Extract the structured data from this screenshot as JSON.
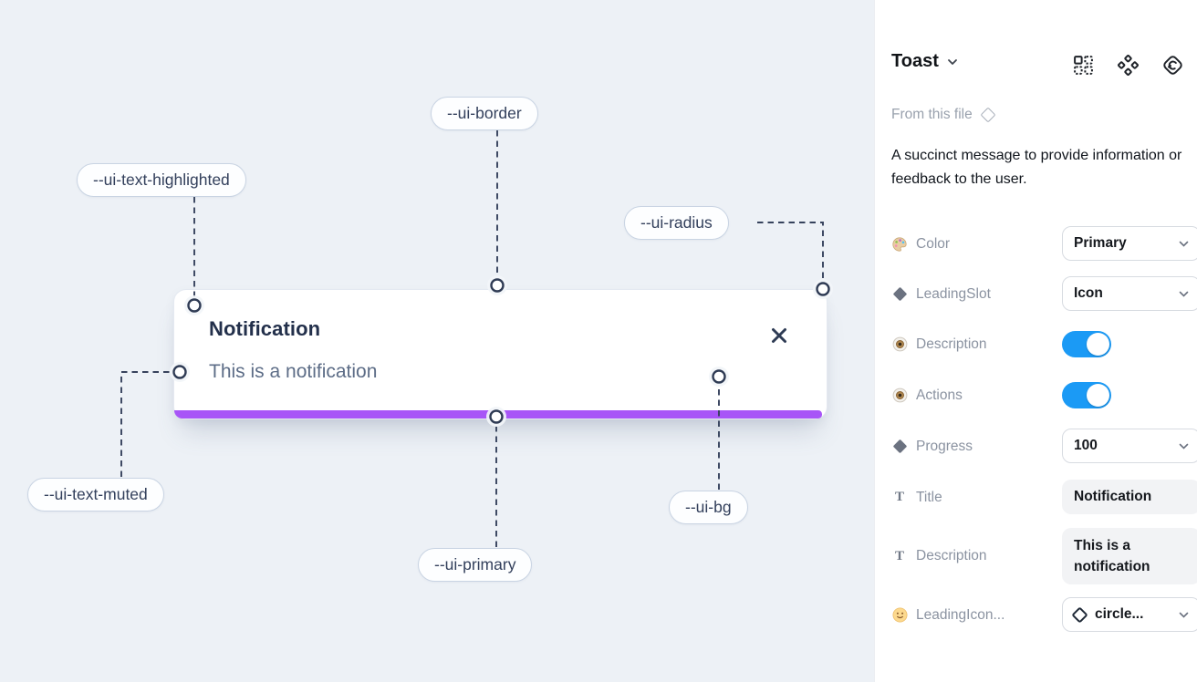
{
  "canvas": {
    "toast": {
      "title": "Notification",
      "description": "This is a notification"
    },
    "labels": {
      "border": "--ui-border",
      "text_highlighted": "--ui-text-highlighted",
      "radius": "--ui-radius",
      "text_muted": "--ui-text-muted",
      "primary": "--ui-primary",
      "bg": "--ui-bg"
    },
    "colors": {
      "primary_bar": "#a855f7",
      "canvas_bg": "#edf1f6"
    }
  },
  "panel": {
    "title": "Toast",
    "source_label": "From this file",
    "description": "A succinct message to provide information or feedback to the user.",
    "rows": [
      {
        "label": "Color",
        "control": "select",
        "value": "Primary"
      },
      {
        "label": "LeadingSlot",
        "control": "select",
        "value": "Icon"
      },
      {
        "label": "Description",
        "control": "toggle",
        "value": "on"
      },
      {
        "label": "Actions",
        "control": "toggle",
        "value": "on"
      },
      {
        "label": "Progress",
        "control": "select",
        "value": "100"
      },
      {
        "label": "Title",
        "control": "text",
        "value": "Notification"
      },
      {
        "label": "Description",
        "control": "text",
        "value": "This is a notification"
      },
      {
        "label": "LeadingIcon...",
        "control": "icon-select",
        "value": "circle..."
      }
    ],
    "colors": {
      "toggle_on": "#1b9af5"
    }
  }
}
